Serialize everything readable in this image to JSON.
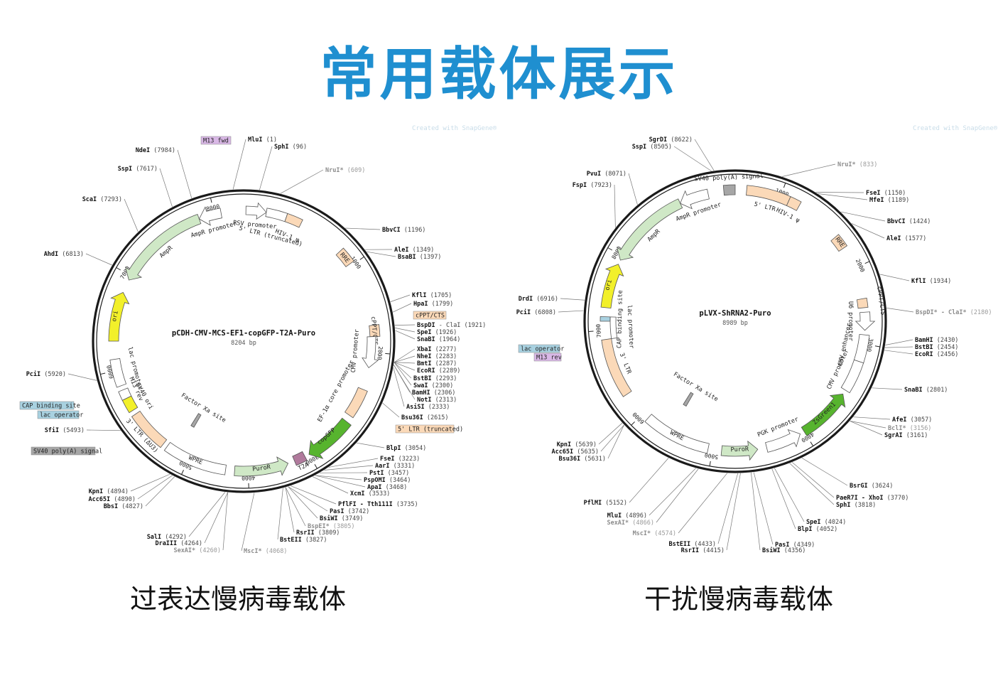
{
  "headline": "常用载体展示",
  "colors": {
    "headline": "#1f8fd0",
    "backbone": "#1a1a1a",
    "amp": "#cfe8c6",
    "ori": "#f2f02a",
    "ltr": "#fbd9b8",
    "gfp": "#57b42e",
    "t2a": "#b07a9c",
    "lac": "#2e4f6a",
    "m13": "#d9b8e6",
    "cap": "#a8d1e0",
    "gray": "#a6a6a6",
    "white_feature": "#ffffff"
  },
  "maps": [
    {
      "id": "left",
      "title": "pCDH-CMV-MCS-EF1-copGFP-T2A-Puro",
      "size_label": "8204 bp",
      "watermark": "Created with SnapGene®",
      "caption": "过表达慢病毒载体",
      "ticks": [
        {
          "label": "8000"
        },
        {
          "label": "1000"
        },
        {
          "label": "2000"
        },
        {
          "label": "3000"
        },
        {
          "label": "4000"
        },
        {
          "label": "5000"
        },
        {
          "label": "6000"
        },
        {
          "label": "7000"
        }
      ],
      "features": [
        {
          "label": "RSV promoter",
          "color": "white_feature"
        },
        {
          "label": "5' LTR (truncated)",
          "color": "white_feature"
        },
        {
          "label": "HIV-1 ψ",
          "color": "ltr"
        },
        {
          "label": "RRE",
          "color": "ltr"
        },
        {
          "label": "cPPT/CTS",
          "color": "ltr"
        },
        {
          "label": "CMV promoter",
          "color": "white_feature"
        },
        {
          "label": "EF-1α core promoter",
          "color": "ltr"
        },
        {
          "label": "copGFP",
          "color": "gfp"
        },
        {
          "label": "T2A",
          "color": "t2a"
        },
        {
          "label": "PuroR",
          "color": "amp"
        },
        {
          "label": "WPRE",
          "color": "white_feature"
        },
        {
          "label": "3' LTR (ΔU3)",
          "color": "ltr"
        },
        {
          "label": "SV40 ori",
          "color": "ori"
        },
        {
          "label": "lac promoter",
          "color": "white_feature"
        },
        {
          "label": "M13 rev",
          "color": "white_feature"
        },
        {
          "label": "ori",
          "color": "ori"
        },
        {
          "label": "AmpR",
          "color": "amp"
        },
        {
          "label": "AmpR promoter",
          "color": "white_feature"
        },
        {
          "label": "Factor Xa site",
          "color": "gray"
        }
      ],
      "sites": [
        {
          "name": "MluI",
          "pos": "(1)"
        },
        {
          "name": "SphI",
          "pos": "(96)"
        },
        {
          "name": "NruI*",
          "pos": "(609)",
          "gray": true
        },
        {
          "name": "BbvCI",
          "pos": "(1196)"
        },
        {
          "name": "AleI",
          "pos": "(1349)"
        },
        {
          "name": "BsaBI",
          "pos": "(1397)"
        },
        {
          "name": "KflI",
          "pos": "(1705)"
        },
        {
          "name": "HpaI",
          "pos": "(1799)"
        },
        {
          "name": "BspDI",
          "pos": "- ClaI (1921)"
        },
        {
          "name": "SpeI",
          "pos": "(1926)"
        },
        {
          "name": "SnaBI",
          "pos": "(1964)"
        },
        {
          "name": "XbaI",
          "pos": "(2277)"
        },
        {
          "name": "NheI",
          "pos": "(2283)"
        },
        {
          "name": "BmtI",
          "pos": "(2287)"
        },
        {
          "name": "EcoRI",
          "pos": "(2289)"
        },
        {
          "name": "BstBI",
          "pos": "(2293)"
        },
        {
          "name": "SwaI",
          "pos": "(2300)"
        },
        {
          "name": "BamHI",
          "pos": "(2306)"
        },
        {
          "name": "NotI",
          "pos": "(2313)"
        },
        {
          "name": "AsiSI",
          "pos": "(2333)"
        },
        {
          "name": "Bsu36I",
          "pos": "(2615)"
        },
        {
          "name": "BlpI",
          "pos": "(3054)"
        },
        {
          "name": "FseI",
          "pos": "(3223)"
        },
        {
          "name": "AarI",
          "pos": "(3331)"
        },
        {
          "name": "PstI",
          "pos": "(3457)"
        },
        {
          "name": "PspOMI",
          "pos": "(3464)"
        },
        {
          "name": "ApaI",
          "pos": "(3468)"
        },
        {
          "name": "XcmI",
          "pos": "(3533)"
        },
        {
          "name": "PflFI - Tth111I",
          "pos": "(3735)"
        },
        {
          "name": "PasI",
          "pos": "(3742)"
        },
        {
          "name": "BsiWI",
          "pos": "(3749)"
        },
        {
          "name": "BspEI*",
          "pos": "(3805)",
          "gray": true
        },
        {
          "name": "RsrII",
          "pos": "(3809)"
        },
        {
          "name": "BstEII",
          "pos": "(3827)"
        },
        {
          "name": "MscI*",
          "pos": "(4068)",
          "gray": true
        },
        {
          "name": "SexAI*",
          "pos": "(4260)",
          "gray": true
        },
        {
          "name": "DraIII",
          "pos": "(4264)"
        },
        {
          "name": "SalI",
          "pos": "(4292)"
        },
        {
          "name": "BbsI",
          "pos": "(4827)"
        },
        {
          "name": "Acc65I",
          "pos": "(4890)"
        },
        {
          "name": "KpnI",
          "pos": "(4894)"
        },
        {
          "name": "SfiI",
          "pos": "(5493)"
        },
        {
          "name": "PciI",
          "pos": "(5920)"
        },
        {
          "name": "AhdI",
          "pos": "(6813)"
        },
        {
          "name": "ScaI",
          "pos": "(7293)"
        },
        {
          "name": "SspI",
          "pos": "(7617)"
        },
        {
          "name": "NdeI",
          "pos": "(7984)"
        }
      ],
      "boxed": [
        {
          "text": "M13 fwd",
          "color": "m13"
        },
        {
          "text": "cPPT/CTS",
          "color": "ltr"
        },
        {
          "text": "5' LTR (truncated)",
          "color": "ltr"
        },
        {
          "text": "CAP binding site",
          "color": "cap"
        },
        {
          "text": "lac operator",
          "color": "cap"
        },
        {
          "text": "SV40 poly(A) signal",
          "color": "gray"
        }
      ]
    },
    {
      "id": "right",
      "title": "pLVX-ShRNA2-Puro",
      "size_label": "8989 bp",
      "watermark": "Created with SnapGene®",
      "caption": "干扰慢病毒载体",
      "ticks": [
        {
          "label": "1000"
        },
        {
          "label": "2000"
        },
        {
          "label": "3000"
        },
        {
          "label": "4000"
        },
        {
          "label": "5000"
        },
        {
          "label": "6000"
        },
        {
          "label": "7000"
        },
        {
          "label": "8000"
        }
      ],
      "features": [
        {
          "label": "SV40 poly(A) signal",
          "color": "gray"
        },
        {
          "label": "5' LTR",
          "color": "ltr"
        },
        {
          "label": "HIV-1 ψ",
          "color": "ltr"
        },
        {
          "label": "RRE",
          "color": "ltr"
        },
        {
          "label": "cPPT/CTS",
          "color": "ltr"
        },
        {
          "label": "U6 promoter",
          "color": "white_feature"
        },
        {
          "label": "CMV enhancer",
          "color": "white_feature"
        },
        {
          "label": "CMV promoter",
          "color": "white_feature"
        },
        {
          "label": "ZsGreen1",
          "color": "gfp"
        },
        {
          "label": "PGK promoter",
          "color": "white_feature"
        },
        {
          "label": "PuroR",
          "color": "amp"
        },
        {
          "label": "WPRE",
          "color": "white_feature"
        },
        {
          "label": "3' LTR",
          "color": "ltr"
        },
        {
          "label": "CAP binding site",
          "color": "cap"
        },
        {
          "label": "lac promoter",
          "color": "white_feature"
        },
        {
          "label": "ori",
          "color": "ori"
        },
        {
          "label": "AmpR",
          "color": "amp"
        },
        {
          "label": "AmpR promoter",
          "color": "white_feature"
        },
        {
          "label": "Factor Xa site",
          "color": "gray"
        }
      ],
      "sites": [
        {
          "name": "SgrDI",
          "pos": "(8622)"
        },
        {
          "name": "SspI",
          "pos": "(8505)"
        },
        {
          "name": "NruI*",
          "pos": "(833)",
          "gray": true
        },
        {
          "name": "FseI",
          "pos": "(1150)"
        },
        {
          "name": "MfeI",
          "pos": "(1189)"
        },
        {
          "name": "BbvCI",
          "pos": "(1424)"
        },
        {
          "name": "AleI",
          "pos": "(1577)"
        },
        {
          "name": "KflI",
          "pos": "(1934)"
        },
        {
          "name": "BspDI* - ClaI*",
          "pos": "(2180)",
          "gray": true
        },
        {
          "name": "BamHI",
          "pos": "(2430)"
        },
        {
          "name": "BstBI",
          "pos": "(2454)"
        },
        {
          "name": "EcoRI",
          "pos": "(2456)"
        },
        {
          "name": "SnaBI",
          "pos": "(2801)"
        },
        {
          "name": "AfeI",
          "pos": "(3057)"
        },
        {
          "name": "BclI*",
          "pos": "(3156)",
          "gray": true
        },
        {
          "name": "SgrAI",
          "pos": "(3161)"
        },
        {
          "name": "BsrGI",
          "pos": "(3624)"
        },
        {
          "name": "PaeR7I - XhoI",
          "pos": "(3770)"
        },
        {
          "name": "SphI",
          "pos": "(3818)"
        },
        {
          "name": "SpeI",
          "pos": "(4024)"
        },
        {
          "name": "BlpI",
          "pos": "(4052)"
        },
        {
          "name": "PasI",
          "pos": "(4349)"
        },
        {
          "name": "BsiWI",
          "pos": "(4356)"
        },
        {
          "name": "RsrII",
          "pos": "(4415)"
        },
        {
          "name": "BstEII",
          "pos": "(4433)"
        },
        {
          "name": "MscI*",
          "pos": "(4574)",
          "gray": true
        },
        {
          "name": "SexAI*",
          "pos": "(4866)",
          "gray": true
        },
        {
          "name": "MluI",
          "pos": "(4896)"
        },
        {
          "name": "PflMI",
          "pos": "(5152)"
        },
        {
          "name": "Bsu36I",
          "pos": "(5631)"
        },
        {
          "name": "Acc65I",
          "pos": "(5635)"
        },
        {
          "name": "KpnI",
          "pos": "(5639)"
        },
        {
          "name": "PciI",
          "pos": "(6808)"
        },
        {
          "name": "DrdI",
          "pos": "(6916)"
        },
        {
          "name": "FspI",
          "pos": "(7923)"
        },
        {
          "name": "PvuI",
          "pos": "(8071)"
        }
      ],
      "boxed": [
        {
          "text": "lac operator",
          "color": "cap"
        },
        {
          "text": "M13 rev",
          "color": "m13"
        }
      ]
    }
  ]
}
